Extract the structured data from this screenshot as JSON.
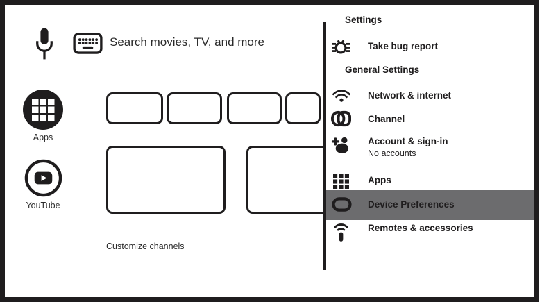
{
  "colors": {
    "ink": "#1f1d1e",
    "selected_row_bg": "#6c6c6e",
    "screen_bg": "#ffffff"
  },
  "home": {
    "search": {
      "label": "Search movies, TV, and more",
      "mic_icon": "microphone-icon",
      "keyboard_icon": "keyboard-icon"
    },
    "launcher": [
      {
        "label": "Apps",
        "icon": "apps-circle-icon"
      },
      {
        "label": "YouTube",
        "icon": "youtube-icon"
      }
    ],
    "customize_channels_label": "Customize channels"
  },
  "settings": {
    "title": "Settings",
    "bug_report": {
      "label": "Take bug report",
      "icon": "bug-report-icon"
    },
    "section_title": "General Settings",
    "items": [
      {
        "label": "Network & internet",
        "icon": "wifi-icon",
        "selected": false
      },
      {
        "label": "Channel",
        "icon": "channel-icon",
        "selected": false
      },
      {
        "label": "Account & sign-in",
        "sublabel": "No accounts",
        "icon": "add-account-icon",
        "selected": false
      },
      {
        "label": "Apps",
        "icon": "apps-grid-icon",
        "selected": false
      },
      {
        "label": "Device Preferences",
        "icon": "device-preferences-icon",
        "selected": true
      },
      {
        "label": "Remotes & accessories",
        "icon": "remote-icon",
        "selected": false
      }
    ]
  }
}
